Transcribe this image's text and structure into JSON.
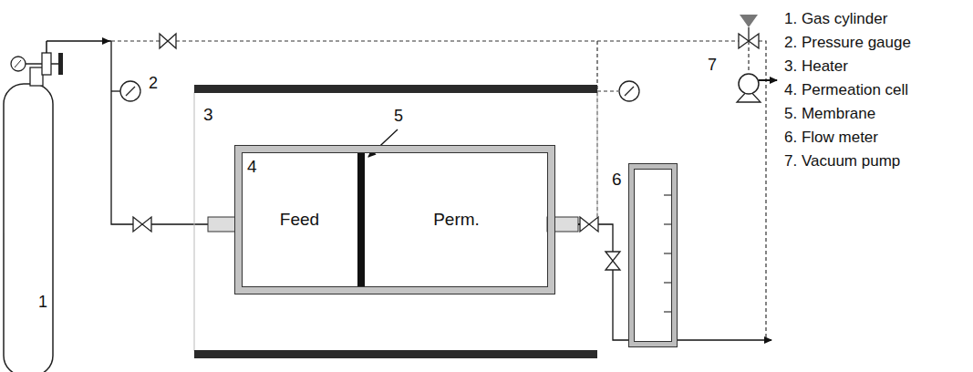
{
  "diagram": {
    "nodes": [
      {
        "text": [
          "3"
        ]
      },
      {
        "text": [
          "4"
        ],
        "in": 0
      },
      {
        "text": [
          "Feed"
        ],
        "in": 1
      },
      {
        "text": [
          "Perm."
        ],
        "in": 1
      },
      {
        "text": [
          "6"
        ]
      }
    ],
    "edges": [
      {
        "from": 3,
        "to": 4,
        "arrow": "none"
      }
    ],
    "labels": [
      "1",
      "2",
      "5",
      "7",
      "1. Gas cylinder",
      "2. Pressure gauge",
      "3. Heater",
      "4. Permeation cell",
      "5. Membrane",
      "6. Flow meter",
      "7. Vacuum pump"
    ]
  }
}
